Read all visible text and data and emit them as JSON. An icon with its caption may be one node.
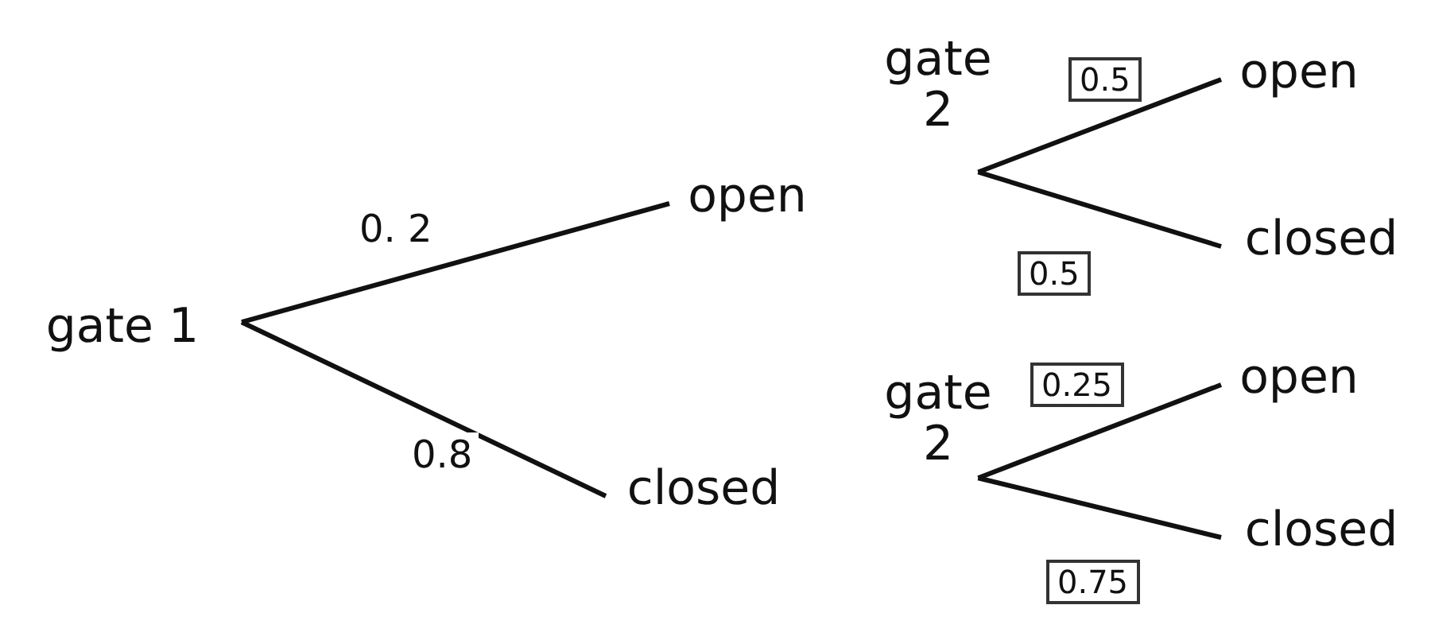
{
  "diagram": {
    "nodes": [
      {
        "text": [
          "gate 1"
        ]
      },
      {
        "text": [
          "open"
        ]
      },
      {
        "text": [
          "closed"
        ]
      },
      {
        "text": [
          "gate 2"
        ]
      },
      {
        "text": [
          "open"
        ]
      },
      {
        "text": [
          "closed"
        ]
      },
      {
        "text": [
          "gate 2"
        ]
      },
      {
        "text": [
          "open"
        ]
      },
      {
        "text": [
          "closed"
        ]
      }
    ],
    "edges": [
      {
        "from": 0,
        "to": 1,
        "arrow": "none",
        "label": "0. 2"
      },
      {
        "from": 0,
        "to": 2,
        "arrow": "none",
        "label": "0.8"
      },
      {
        "from": 3,
        "to": 4,
        "arrow": "none",
        "label": "0.5"
      },
      {
        "from": 3,
        "to": 5,
        "arrow": "none",
        "label": "0.5"
      },
      {
        "from": 6,
        "to": 7,
        "arrow": "none",
        "label": "0.25"
      },
      {
        "from": 6,
        "to": 8,
        "arrow": "none",
        "label": "0.75"
      }
    ]
  }
}
